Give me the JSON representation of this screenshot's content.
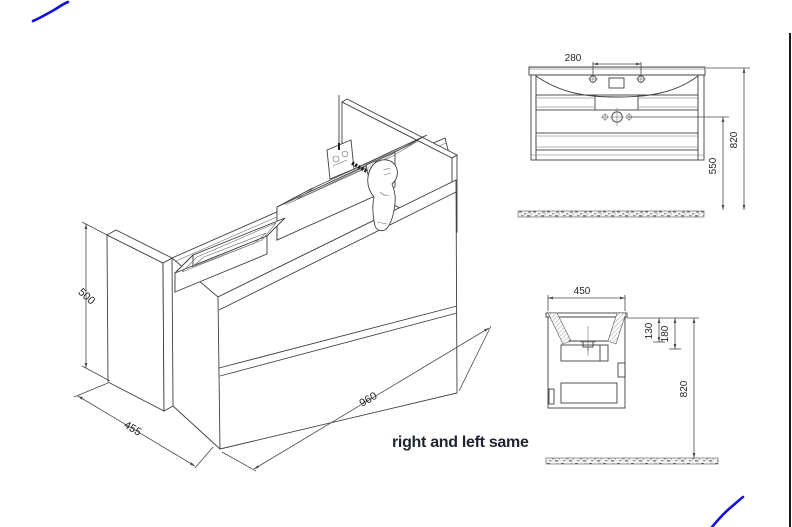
{
  "note": {
    "text": "right and left same"
  },
  "iso_view": {
    "labels": {
      "height": "500",
      "depth": "455",
      "width": "960"
    }
  },
  "front_view": {
    "labels": {
      "tap_hole_spacing": "280",
      "siphon_height": "550",
      "overall_height": "820"
    }
  },
  "side_view": {
    "labels": {
      "depth": "450",
      "basin_depth": "130",
      "inner_depth": "180",
      "overall_height": "820"
    }
  },
  "colors": {
    "line": "#3f3f3f",
    "text": "#23262b",
    "note_text": "#1e2530",
    "blue_mark": "#1212dd",
    "hatch": "#8a8a8a",
    "border": "#1a1a1a"
  }
}
